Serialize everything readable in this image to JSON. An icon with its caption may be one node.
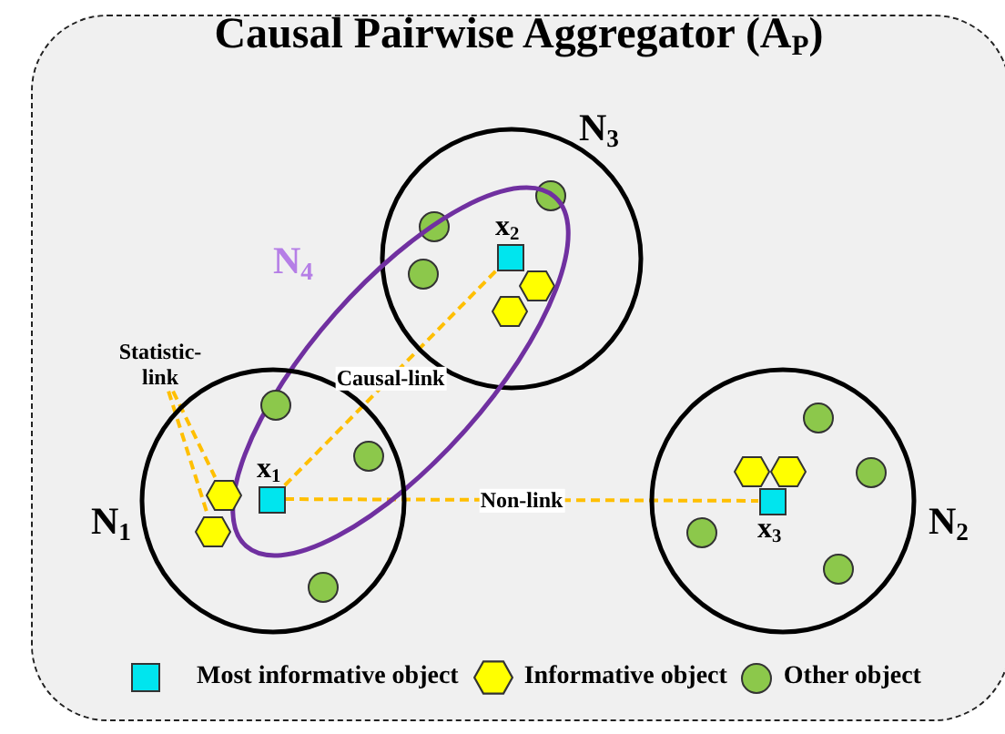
{
  "diagram": {
    "title": "Causal Pairwise Aggregator (A$_{P}$)",
    "nodes": [
      {
        "text": [
          "N$_{3}$"
        ]
      },
      {
        "text": [],
        "shape": "circle",
        "in": 0
      },
      {
        "text": [],
        "shape": "circle",
        "in": 0
      },
      {
        "text": [
          "x$_{2}$"
        ],
        "in": 0
      },
      {
        "text": [],
        "shape": "circle",
        "in": 0
      },
      {
        "text": [],
        "shape": "hexagon",
        "in": 0
      },
      {
        "text": [],
        "shape": "hexagon",
        "in": 0
      },
      {
        "text": [
          "N$_{4}$"
        ]
      },
      {
        "text": [
          "Statistic- link"
        ]
      },
      {
        "text": [
          "N$_{1}$"
        ]
      },
      {
        "text": [],
        "shape": "circle",
        "in": 9
      },
      {
        "text": [],
        "shape": "circle",
        "in": 9
      },
      {
        "text": [
          "x$_{1}$"
        ],
        "in": 9
      },
      {
        "text": [],
        "shape": "hexagon",
        "in": 9
      },
      {
        "text": [],
        "shape": "hexagon",
        "in": 9
      },
      {
        "text": [],
        "shape": "circle",
        "in": 9
      },
      {
        "text": [
          "N$_{2}$"
        ]
      },
      {
        "text": [],
        "shape": "circle",
        "in": 16
      },
      {
        "text": [],
        "shape": "hexagon",
        "in": 16
      },
      {
        "text": [],
        "shape": "hexagon",
        "in": 16
      },
      {
        "text": [],
        "shape": "circle",
        "in": 16
      },
      {
        "text": [
          "x$_{3}$"
        ],
        "in": 16
      },
      {
        "text": [],
        "shape": "circle",
        "in": 16
      },
      {
        "text": [],
        "shape": "circle",
        "in": 16
      }
    ],
    "edges": [
      {
        "from": 8,
        "to": 13,
        "arrow": "none",
        "style": "dashed"
      },
      {
        "from": 8,
        "to": 14,
        "arrow": "none",
        "style": "dashed"
      },
      {
        "from": 12,
        "to": 3,
        "arrow": "none",
        "style": "dashed",
        "label": "Causal-link"
      },
      {
        "from": 12,
        "to": 21,
        "arrow": "none",
        "style": "dashed",
        "label": "Non-link"
      }
    ],
    "legend": [
      {
        "text": "Most informative object",
        "color": "#00e5ee"
      },
      {
        "text": "Informative object",
        "color": "#ffff00"
      },
      {
        "text": "Other object",
        "color": "#8cc84b"
      }
    ]
  }
}
